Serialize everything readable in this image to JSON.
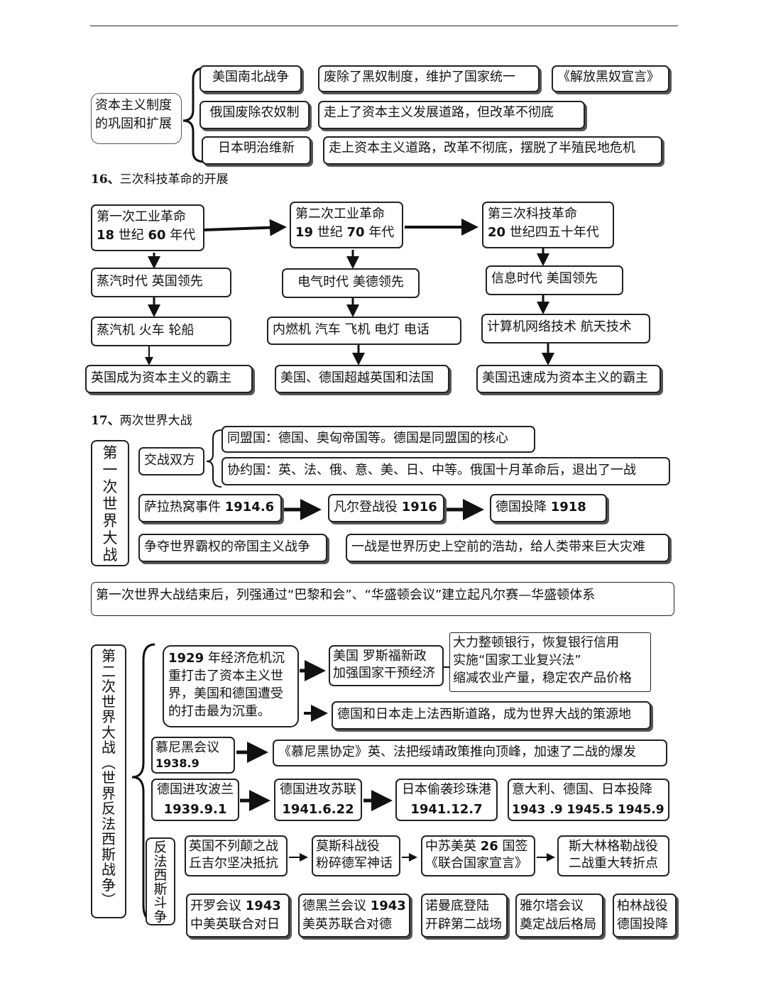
{
  "sec_capitalism": {
    "label_line1": "资本主义制度",
    "label_line2": "的巩固和扩展",
    "rows": [
      {
        "event": "美国南北战争",
        "result": "废除了黑奴制度，维护了国家统一",
        "doc": "《解放黑奴宣言》"
      },
      {
        "event": "俄国废除农奴制",
        "result": "走上了资本主义发展道路，但改革不彻底"
      },
      {
        "event": "日本明治维新",
        "result": "走上资本主义道路，改革不彻底，摆脱了半殖民地危机"
      }
    ]
  },
  "sec16": {
    "number": "16、",
    "title": "三次科技革命的开展",
    "revolutions": [
      {
        "name": "第一次工业革命",
        "era_num1": "18",
        "era_mid": " 世纪 ",
        "era_num2": "60",
        "era_end": " 年代",
        "age": "蒸汽时代   英国领先",
        "inventions": "蒸汽机  火车   轮船",
        "result": "英国成为资本主义的霸主"
      },
      {
        "name": "第二次工业革命",
        "era_num1": "19",
        "era_mid": " 世纪 ",
        "era_num2": "70",
        "era_end": " 年代",
        "age": "电气时代  美德领先",
        "inventions": "内燃机  汽车  飞机   电灯  电话",
        "result": "美国、德国超越英国和法国"
      },
      {
        "name": "第三次科技革命",
        "era_num1": "20",
        "era_mid": " 世纪四五十年代",
        "era_num2": "",
        "era_end": "",
        "age": "信息时代  美国领先",
        "inventions": "计算机网络技术  航天技术",
        "result": "美国迅速成为资本主义的霸主"
      }
    ]
  },
  "sec17": {
    "number": "17、",
    "title": "两次世界大战",
    "ww1": {
      "label_chars": [
        "第",
        "一",
        "次",
        "世",
        "界",
        "大",
        "战"
      ],
      "sides_label": "交战双方",
      "central": "同盟国：德国、奥匈帝国等。德国是同盟国的核心",
      "entente": "协约国：英、法、俄、意、美、日、中等。俄国十月革命后，退出了一战",
      "events": [
        {
          "name": "萨拉热窝事件 ",
          "date": "1914.6"
        },
        {
          "name": "凡尔登战役 ",
          "date": "1916"
        },
        {
          "name": "德国投降  ",
          "date": "1918"
        }
      ],
      "nature": "争夺世界霸权的帝国主义战争",
      "impact": "一战是世界历史上空前的浩劫，给人类带来巨大灾难",
      "aftermath": "第一次世界大战结束后，列强通过“巴黎和会”、“华盛顿会议”建立起凡尔赛—华盛顿体系"
    },
    "ww2": {
      "label_chars": [
        "第",
        "二",
        "次",
        "世",
        "界",
        "大",
        "战",
        "︵",
        "世",
        "界",
        "反",
        "法",
        "西",
        "斯",
        "战",
        "争",
        "︶"
      ],
      "crisis_year": "1929",
      "crisis_text_1": " 年经济危机沉",
      "crisis_text_2": "重打击了资本主义世",
      "crisis_text_3": "界，美国和德国遭受",
      "crisis_text_4": "的打击最为沉重。",
      "us_line1": "美国  罗斯福新政",
      "us_line2": "加强国家干预经济",
      "new_deal_1": "大力整顿银行，恢复银行信用",
      "new_deal_2": "实施“国家工业复兴法”",
      "new_deal_3": "缩减农业产量，稳定农产品价格",
      "fascism": "德国和日本走上法西斯道路，成为世界大战的策源地",
      "munich_name": "慕尼黑会议",
      "munich_date": "1938.9",
      "munich_result": "《慕尼黑协定》英、法把绥靖政策推向顶峰，加速了二战的爆发",
      "timeline": [
        {
          "name": "德国进攻波兰",
          "date": "1939.9.1"
        },
        {
          "name": "德国进攻苏联",
          "date": "1941.6.22"
        },
        {
          "name": "日本偷袭珍珠港",
          "date": "1941.12.7"
        },
        {
          "name": "意大利、德国、日本投降",
          "date": "1943 .9  1945.5  1945.9"
        }
      ],
      "anti_label_chars": [
        "反",
        "法",
        "西",
        "斯",
        "斗",
        "争"
      ],
      "struggle_row1": [
        {
          "l1": "英国不列颠之战",
          "l2": "丘吉尔坚决抵抗"
        },
        {
          "l1": "莫斯科战役",
          "l2": "粉碎德军神话"
        },
        {
          "l1a": "中苏美英 ",
          "l1b": "26",
          "l1c": " 国签",
          "l2": "《联合国家宣言》"
        },
        {
          "l1": "斯大林格勒战役",
          "l2": "二战重大转折点"
        }
      ],
      "struggle_row2": [
        {
          "l1a": "开罗会议 ",
          "l1b": "1943",
          "l2": "中美英联合对日"
        },
        {
          "l1a": "德黑兰会议 ",
          "l1b": "1943",
          "l2": "美英苏联合对德"
        },
        {
          "l1": "诺曼底登陆",
          "l2": "开辟第二战场"
        },
        {
          "l1": "雅尔塔会议",
          "l2": "奠定战后格局"
        },
        {
          "l1": "柏林战役",
          "l2": "德国投降"
        }
      ]
    }
  }
}
